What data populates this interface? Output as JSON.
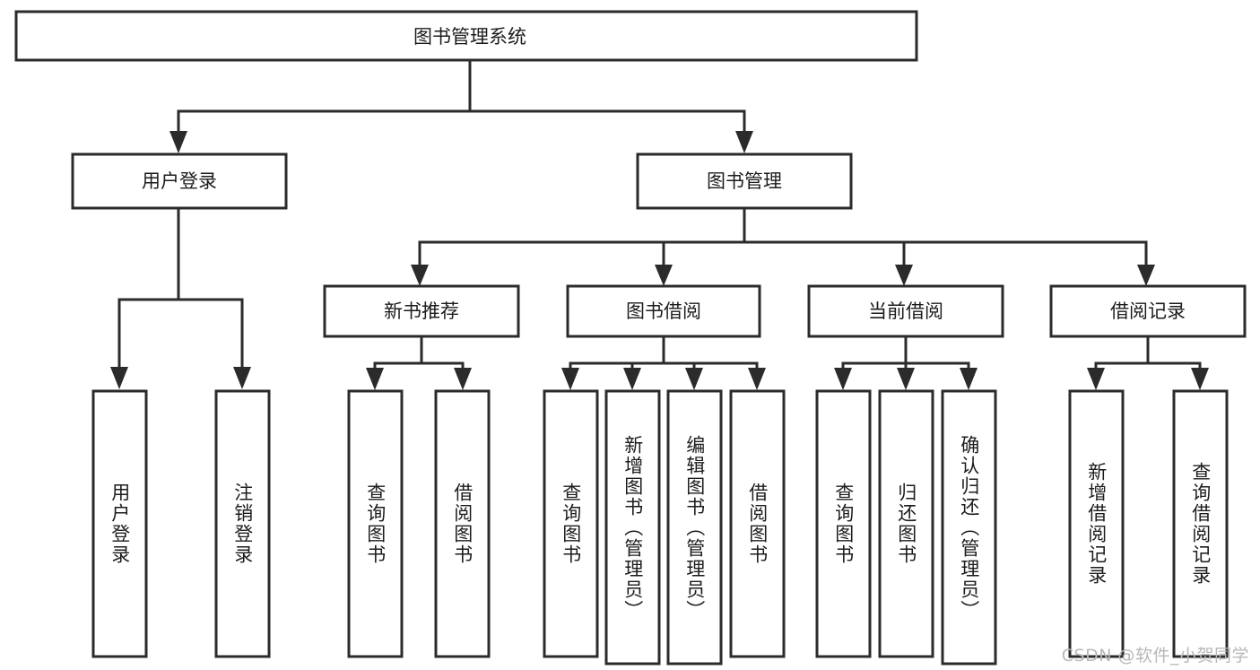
{
  "diagram": {
    "title": "图书管理系统",
    "type": "tree-hierarchy-diagram",
    "colors": {
      "box_fill": "#ffffff",
      "box_stroke": "#2b2b2b",
      "text": "#1c1c1c",
      "background": "#ffffff",
      "watermark": "#b8b8b8"
    },
    "root": {
      "label": "图书管理系统"
    },
    "level2": [
      {
        "label": "用户登录"
      },
      {
        "label": "图书管理"
      }
    ],
    "level3": [
      {
        "label": "新书推荐"
      },
      {
        "label": "图书借阅"
      },
      {
        "label": "当前借阅"
      },
      {
        "label": "借阅记录"
      }
    ],
    "leaves": {
      "user_login": [
        {
          "label": "用户登录"
        },
        {
          "label": "注销登录"
        }
      ],
      "new_book_recommend": [
        {
          "label": "查询图书"
        },
        {
          "label": "借阅图书"
        }
      ],
      "book_borrow": [
        {
          "label": "查询图书"
        },
        {
          "label": "新增图书（管理员）"
        },
        {
          "label": "编辑图书（管理员）"
        },
        {
          "label": "借阅图书"
        }
      ],
      "current_borrow": [
        {
          "label": "查询图书"
        },
        {
          "label": "归还图书"
        },
        {
          "label": "确认归还（管理员）"
        }
      ],
      "borrow_record": [
        {
          "label": "新增借阅记录"
        },
        {
          "label": "查询借阅记录"
        }
      ]
    }
  },
  "watermark": {
    "text": "CSDN @软件_小贺同学"
  }
}
